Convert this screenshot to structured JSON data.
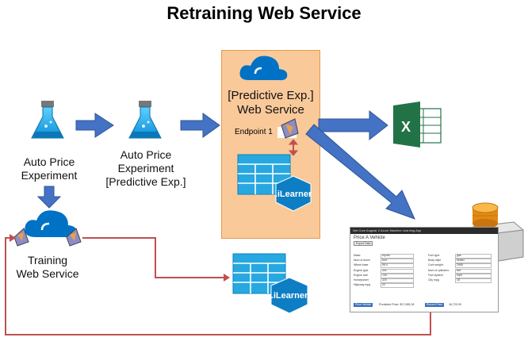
{
  "title": "Retraining Web Service",
  "nodes": {
    "auto_price": "Auto Price\nExperiment",
    "auto_price_predictive": "Auto Price\nExperiment\n[Predictive Exp.]",
    "ws_title": "[Predictive Exp.]\nWeb Service",
    "endpoint": "Endpoint 1",
    "ilearner_1": ".iLearner",
    "training_ws": "Training\nWeb Service",
    "ilearner_2": ".iLearner"
  },
  "icons": [
    "flask-icon",
    "cloud-web-service-icon",
    "ilearner-table-icon",
    "excel-icon",
    "database-server-icon"
  ],
  "colors": {
    "arrow_blue": "#4472c4",
    "flask": "#1ba1e2",
    "cloud": "#0072c6",
    "panel": "#f9c99a",
    "return_line": "#c0504d",
    "excel": "#217346"
  },
  "app": {
    "header": "Net Core Angular 2 Azure Machine Learning App",
    "heading": "Price A Vehicle",
    "export_button": "Export Data",
    "left_labels": [
      "Make",
      "Num of doors",
      "Wheel base",
      "Engine type",
      "Engine size",
      "Horsepower",
      "Highway mpg"
    ],
    "left_values": [
      "toyota",
      "four",
      "95.4",
      "ohc",
      "134",
      "115",
      "22"
    ],
    "right_labels": [
      "Fuel type",
      "Body style",
      "Curb weight",
      "Num of cylinders",
      "Fuel system",
      "City mpg"
    ],
    "right_values": [
      "gas",
      "sedan",
      "2955",
      "five",
      "mpfi",
      "18"
    ],
    "price_button": "Price Vehicle",
    "predicted": "Predicted Price: $17,085.28",
    "record_button": "Record Price",
    "record_value": "16,720.00"
  }
}
